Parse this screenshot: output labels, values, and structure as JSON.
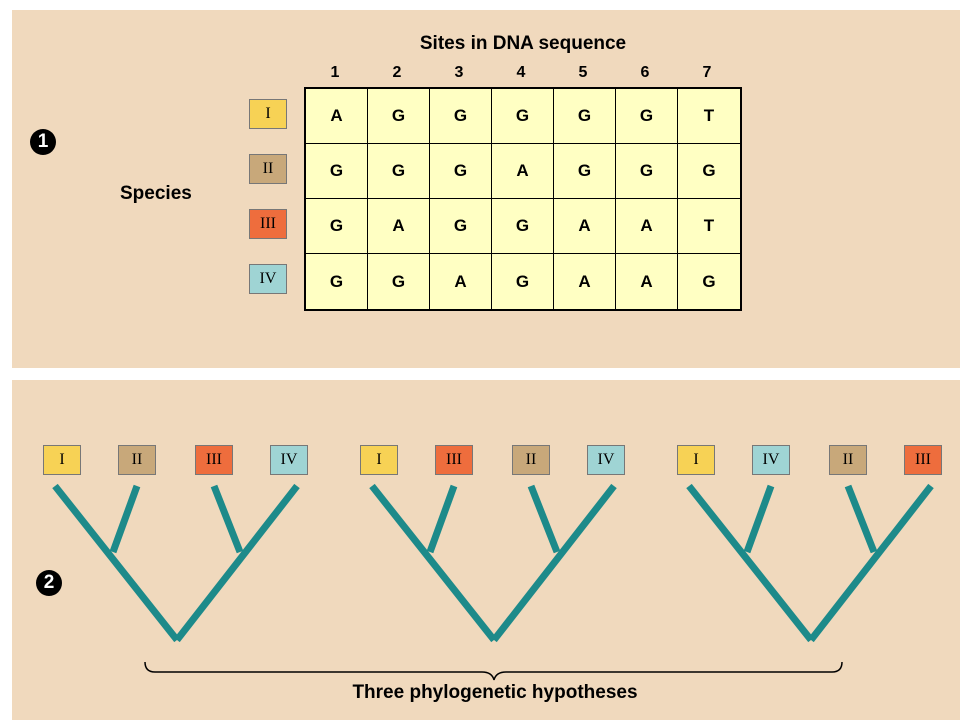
{
  "panel1": {
    "step_number": "1",
    "title": "Sites in DNA sequence",
    "species_label": "Species",
    "site_numbers": [
      "1",
      "2",
      "3",
      "4",
      "5",
      "6",
      "7"
    ],
    "rows": [
      {
        "species": "I",
        "color": "#f7d255",
        "bases": [
          "A",
          "G",
          "G",
          "G",
          "G",
          "G",
          "T"
        ]
      },
      {
        "species": "II",
        "color": "#c8a87a",
        "bases": [
          "G",
          "G",
          "G",
          "A",
          "G",
          "G",
          "G"
        ]
      },
      {
        "species": "III",
        "color": "#ee6d3d",
        "bases": [
          "G",
          "A",
          "G",
          "G",
          "A",
          "A",
          "T"
        ]
      },
      {
        "species": "IV",
        "color": "#9fd4d4",
        "bases": [
          "G",
          "G",
          "A",
          "G",
          "A",
          "A",
          "G"
        ]
      }
    ]
  },
  "panel2": {
    "step_number": "2",
    "caption": "Three phylogenetic hypotheses",
    "tree_color": "#1d8a8a",
    "trees": [
      {
        "leaves": [
          {
            "label": "I",
            "color": "#f7d255"
          },
          {
            "label": "II",
            "color": "#c8a87a"
          },
          {
            "label": "III",
            "color": "#ee6d3d"
          },
          {
            "label": "IV",
            "color": "#9fd4d4"
          }
        ]
      },
      {
        "leaves": [
          {
            "label": "I",
            "color": "#f7d255"
          },
          {
            "label": "III",
            "color": "#ee6d3d"
          },
          {
            "label": "II",
            "color": "#c8a87a"
          },
          {
            "label": "IV",
            "color": "#9fd4d4"
          }
        ]
      },
      {
        "leaves": [
          {
            "label": "I",
            "color": "#f7d255"
          },
          {
            "label": "IV",
            "color": "#9fd4d4"
          },
          {
            "label": "II",
            "color": "#c8a87a"
          },
          {
            "label": "III",
            "color": "#ee6d3d"
          }
        ]
      }
    ]
  }
}
